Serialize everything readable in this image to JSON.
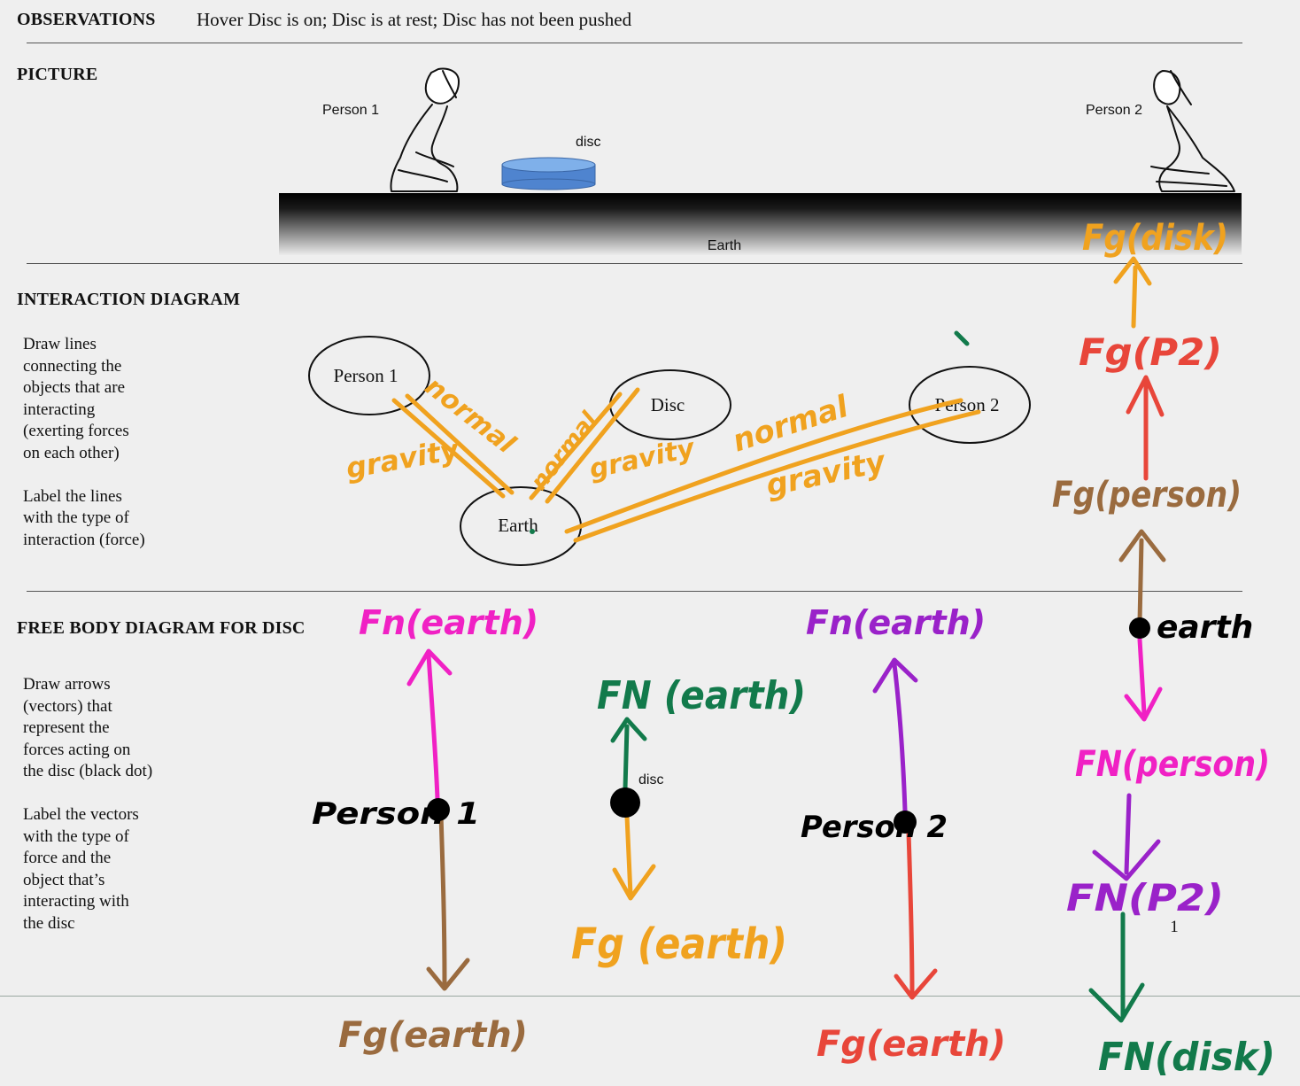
{
  "observations": {
    "heading": "OBSERVATIONS",
    "text": "Hover Disc is on; Disc is at rest; Disc has not been pushed"
  },
  "picture": {
    "heading": "PICTURE",
    "person1": "Person 1",
    "person2": "Person 2",
    "disc": "disc",
    "earth": "Earth"
  },
  "interaction": {
    "heading": "INTERACTION DIAGRAM",
    "instructions": "Draw lines\nconnecting the\nobjects that are\ninteracting\n(exerting forces\non each other)\n\nLabel the lines\nwith the type of\ninteraction (force)",
    "ovals": {
      "person1": "Person 1",
      "disc": "Disc",
      "person2": "Person 2",
      "earth": "Earth"
    },
    "annotations": {
      "normal_p1": "normal",
      "gravity_p1": "gravity",
      "normal_disc": "normal",
      "gravity_disc": "gravity",
      "normal_p2": "normal",
      "gravity_p2": "gravity"
    }
  },
  "fbd": {
    "heading": "FREE BODY DIAGRAM FOR DISC",
    "instructions": "Draw arrows\n(vectors) that\nrepresent the\nforces acting on\nthe disc (black dot)\n\nLabel the vectors\nwith the type of\nforce and the\nobject that’s\ninteracting with\nthe disc",
    "disc_label": "disc",
    "person1_fbd": {
      "body": "Person 1",
      "up": "Fn(earth)",
      "down": "Fg(earth)"
    },
    "disc_fbd": {
      "up": "FN (earth)",
      "down": "Fg (earth)"
    },
    "person2_fbd": {
      "body": "Person 2",
      "up": "Fn(earth)",
      "down": "Fg(earth)"
    },
    "earth_fbd": {
      "body": "earth",
      "up_labels": [
        "Fg(disk)",
        "Fg(P2)",
        "Fg(person)"
      ],
      "down_labels": [
        "FN(person)",
        "FN(P2)",
        "FN(disk)"
      ]
    },
    "page_number": "1"
  },
  "colors": {
    "orange": "#f0a21f",
    "magenta": "#f021c4",
    "purple": "#9a22c9",
    "green": "#127a4b",
    "brown": "#9a6b3f",
    "red": "#e8463a",
    "disc_blue": "#5b8fd6"
  }
}
